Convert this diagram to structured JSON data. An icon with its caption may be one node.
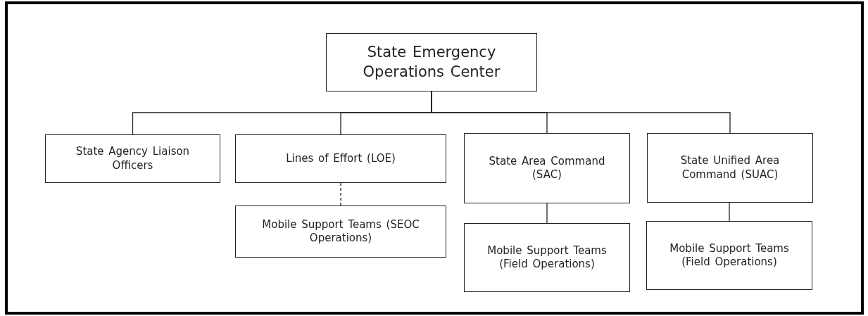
{
  "diagram": {
    "nodes": [
      {
        "text": [
          "State Emergency Operations Center"
        ]
      },
      {
        "text": [
          "State Agency Liaison Officers"
        ]
      },
      {
        "text": [
          "Lines of Effort (LOE)"
        ]
      },
      {
        "text": [
          "State Area Command (SAC)"
        ]
      },
      {
        "text": [
          "State Unified Area Command (SUAC)"
        ]
      },
      {
        "text": [
          "Mobile Support Teams (SEOC Operations)"
        ]
      },
      {
        "text": [
          "Mobile Support Teams (Field Operations)"
        ]
      },
      {
        "text": [
          "Mobile Support Teams (Field Operations)"
        ]
      }
    ],
    "edges": [
      {
        "from": 0,
        "to": 1,
        "arrow": "none"
      },
      {
        "from": 0,
        "to": 2,
        "arrow": "none"
      },
      {
        "from": 0,
        "to": 3,
        "arrow": "none"
      },
      {
        "from": 0,
        "to": 4,
        "arrow": "none"
      },
      {
        "from": 2,
        "to": 5,
        "arrow": "none",
        "style": "dashed"
      },
      {
        "from": 3,
        "to": 6,
        "arrow": "none"
      },
      {
        "from": 4,
        "to": 7,
        "arrow": "none"
      }
    ]
  }
}
